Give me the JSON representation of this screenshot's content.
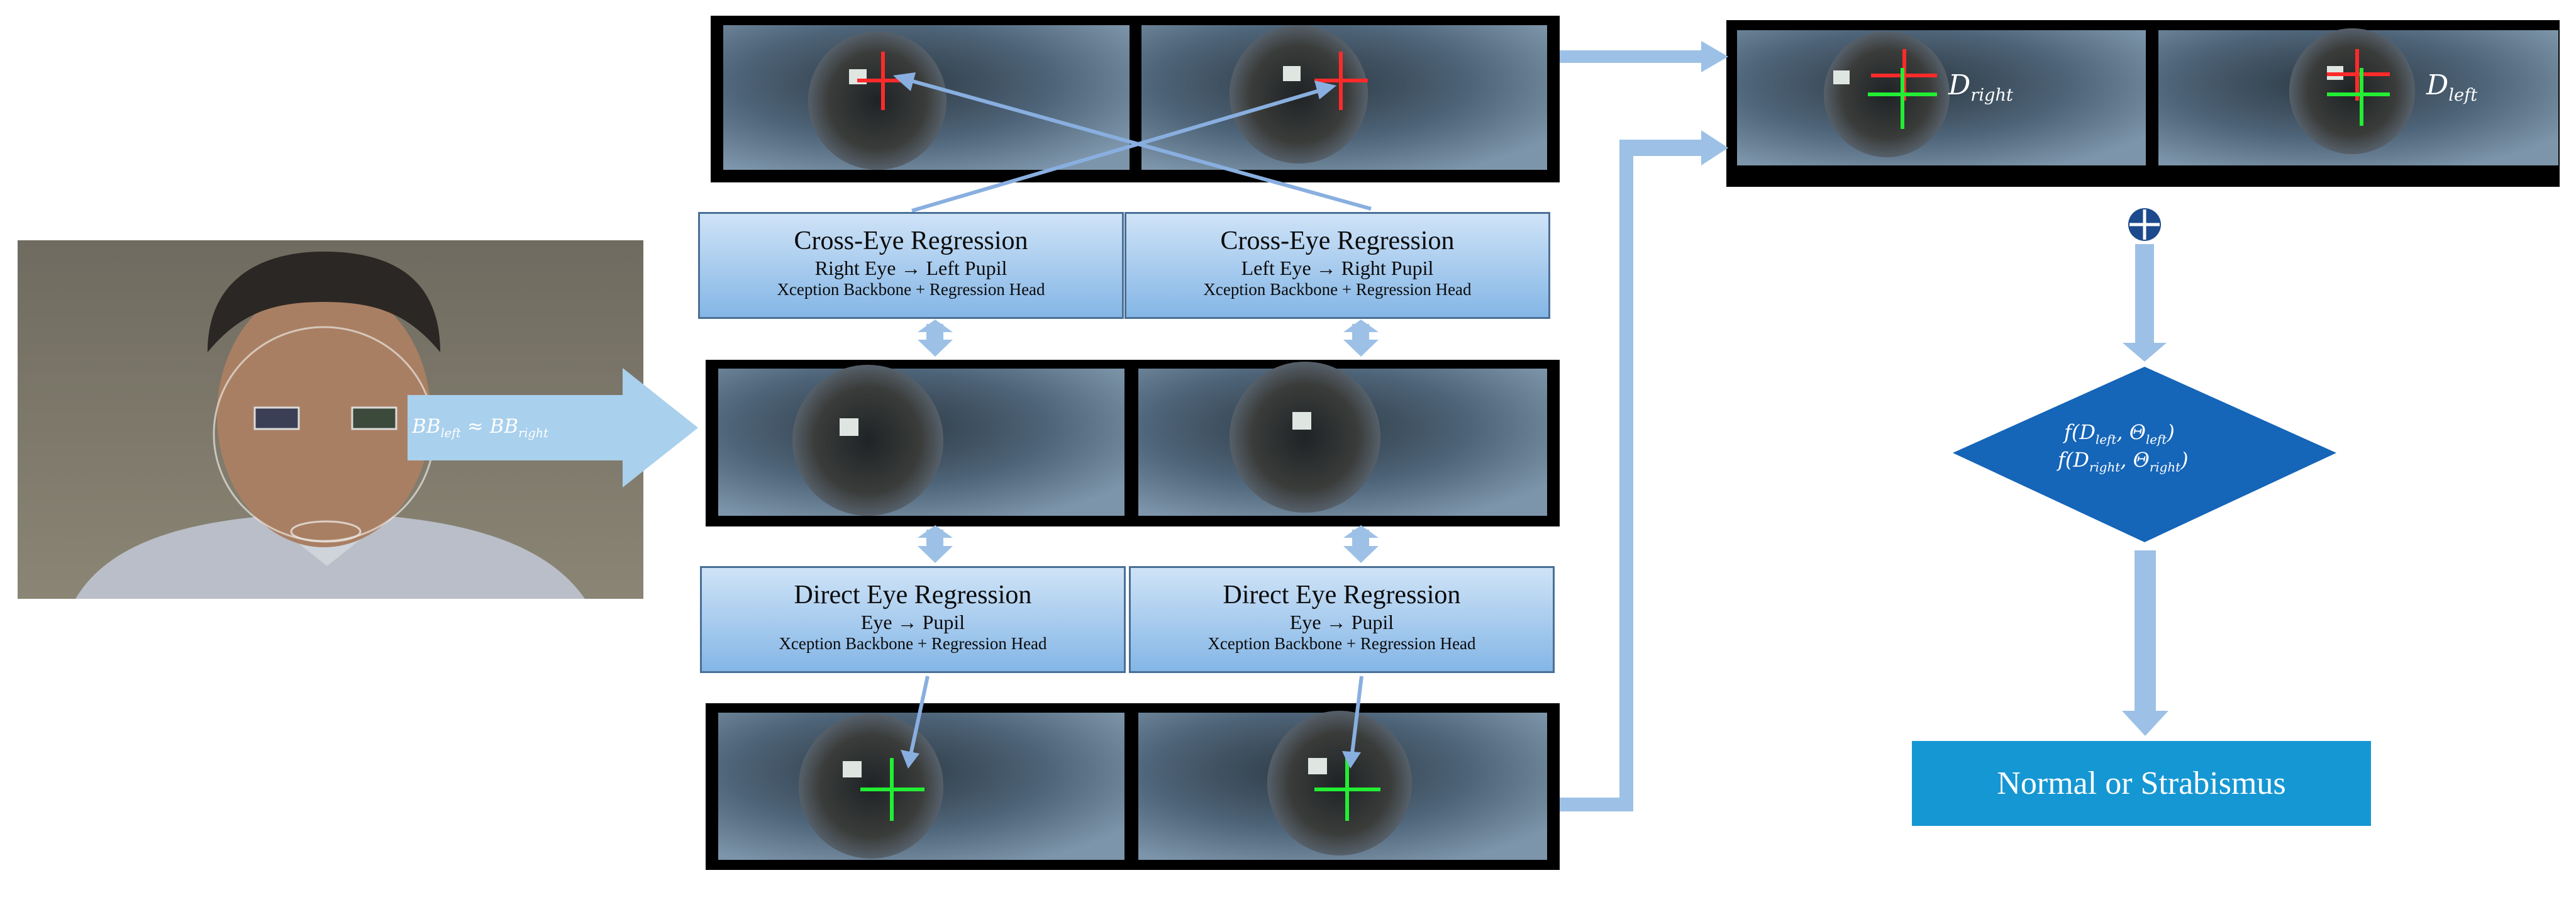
{
  "bbox_label": {
    "lhs": "BB",
    "lhs_sub": "left",
    "op": "≈",
    "rhs": "BB",
    "rhs_sub": "right"
  },
  "modules": {
    "cross_right": {
      "title": "Cross-Eye Regression",
      "subtitle": "Right Eye → Left Pupil",
      "backbone": "Xception Backbone + Regression Head"
    },
    "cross_left": {
      "title": "Cross-Eye Regression",
      "subtitle": "Left Eye → Right Pupil",
      "backbone": "Xception Backbone + Regression Head"
    },
    "direct_right": {
      "title": "Direct Eye Regression",
      "subtitle": "Eye → Pupil",
      "backbone": "Xception Backbone + Regression Head"
    },
    "direct_left": {
      "title": "Direct Eye Regression",
      "subtitle": "Eye → Pupil",
      "backbone": "Xception Backbone + Regression Head"
    }
  },
  "distance_labels": {
    "right": {
      "base": "D",
      "sub": "right"
    },
    "left": {
      "base": "D",
      "sub": "left"
    }
  },
  "decision": {
    "line1": {
      "f": "f(",
      "d": "D",
      "d_sub": "left",
      "sep": ", ",
      "theta": "Θ",
      "theta_sub": "left",
      "close": ")"
    },
    "line2": {
      "f": "f(",
      "d": "D",
      "d_sub": "right",
      "sep": ", ",
      "theta": "Θ",
      "theta_sub": "right",
      "close": ")"
    }
  },
  "combine_symbol": "⊕",
  "result": "Normal or Strabismus",
  "colors": {
    "box_fill_top": "#cfe3f7",
    "box_fill_bottom": "#84b6e6",
    "arrow": "#9dc1e6",
    "decision": "#1565b8",
    "result": "#1597d3",
    "cross_predicted": "#ff2a2a",
    "cross_direct": "#22ee33"
  }
}
